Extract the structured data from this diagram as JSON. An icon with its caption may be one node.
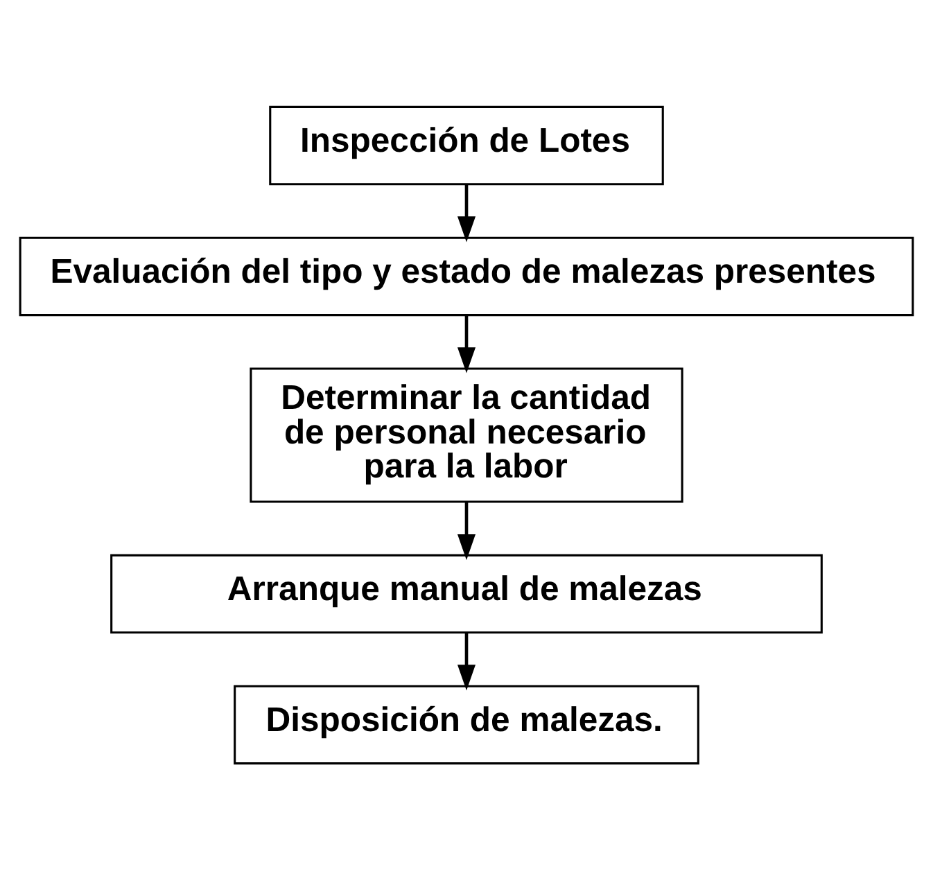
{
  "diagram": {
    "nodes": [
      {
        "text": [
          "Inspección de Lotes"
        ]
      },
      {
        "text": [
          "Evaluación del tipo y estado de malezas presentes"
        ]
      },
      {
        "text": [
          "Determinar la cantidad de personal necesario para la labor"
        ]
      },
      {
        "text": [
          "Arranque manual de malezas"
        ]
      },
      {
        "text": [
          "Disposición de malezas."
        ]
      }
    ],
    "edges": [
      {
        "from": 0,
        "to": 1,
        "arrow": "to"
      },
      {
        "from": 1,
        "to": 2,
        "arrow": "to"
      },
      {
        "from": 2,
        "to": 3,
        "arrow": "to"
      },
      {
        "from": 3,
        "to": 4,
        "arrow": "to"
      }
    ]
  }
}
